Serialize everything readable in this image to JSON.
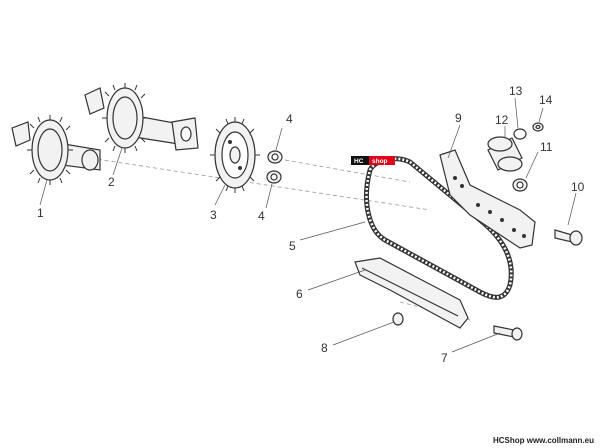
{
  "diagram": {
    "callouts": [
      {
        "id": "1",
        "label": "1"
      },
      {
        "id": "2",
        "label": "2"
      },
      {
        "id": "3",
        "label": "3"
      },
      {
        "id": "4a",
        "label": "4"
      },
      {
        "id": "4b",
        "label": "4"
      },
      {
        "id": "5",
        "label": "5"
      },
      {
        "id": "6",
        "label": "6"
      },
      {
        "id": "7",
        "label": "7"
      },
      {
        "id": "8",
        "label": "8"
      },
      {
        "id": "9",
        "label": "9"
      },
      {
        "id": "10",
        "label": "10"
      },
      {
        "id": "11",
        "label": "11"
      },
      {
        "id": "12",
        "label": "12"
      },
      {
        "id": "13",
        "label": "13"
      },
      {
        "id": "14",
        "label": "14"
      }
    ]
  },
  "watermark": {
    "left": "HC",
    "right": "shop"
  },
  "footer": {
    "text": "HCShop www.collmann.eu"
  },
  "colors": {
    "line": "#333333",
    "part_fill": "#f2f2f2",
    "badge_dark": "#111111",
    "badge_accent": "#e0001a"
  }
}
